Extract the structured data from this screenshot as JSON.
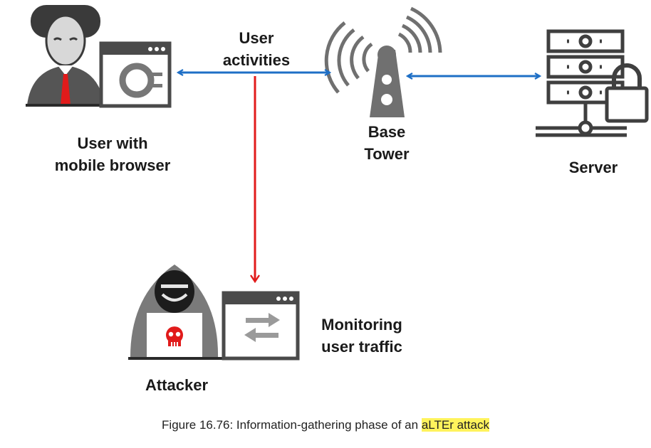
{
  "labels": {
    "user": [
      "User with",
      "mobile browser"
    ],
    "activities": [
      "User",
      "activities"
    ],
    "tower": [
      "Base",
      "Tower"
    ],
    "server": "Server",
    "attacker": "Attacker",
    "monitoring": [
      "Monitoring",
      "user traffic"
    ]
  },
  "caption": {
    "prefix": "Figure 16.76: Information-gathering phase of an ",
    "highlight": "aLTEr attack"
  },
  "colors": {
    "link": "#1e6fc6",
    "intercept": "#e11b1b",
    "icon_dark": "#3f3f3f",
    "icon_mid": "#6a6a6a",
    "highlight": "#fff35c"
  },
  "icons": [
    "user-icon",
    "browser-window-icon",
    "cell-tower-icon",
    "server-rack-icon",
    "lock-icon",
    "hacker-icon",
    "skull-icon",
    "swap-arrows-icon"
  ]
}
